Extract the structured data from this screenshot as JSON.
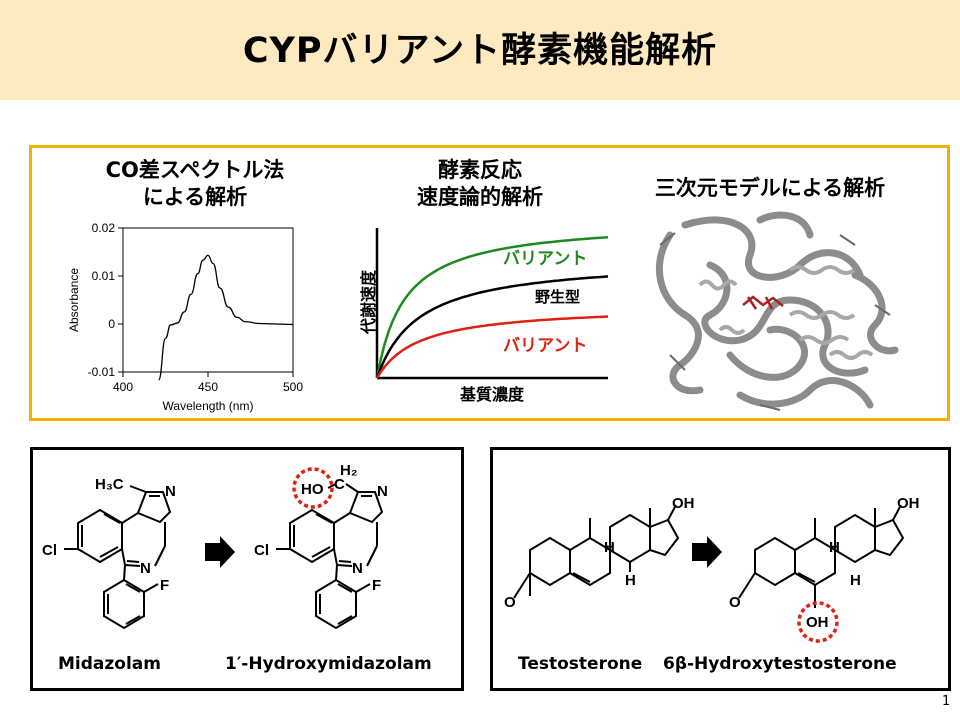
{
  "title": "CYPバリアント酵素機能解析",
  "co_panel": {
    "heading_line1": "CO差スペクトル法",
    "heading_line2": "による解析"
  },
  "kinetics_panel": {
    "heading_line1": "酵素反応",
    "heading_line2": "速度論的解析",
    "label_variant_high": "バリアント",
    "label_wildtype": "野生型",
    "label_variant_low": "バリアント",
    "color_high": "#1e8a1e",
    "color_wildtype": "#000000",
    "color_low": "#e02010"
  },
  "model_panel": {
    "heading": "三次元モデルによる解析"
  },
  "midazolam": {
    "substrate": "Midazolam",
    "product": "1′-Hydroxymidazolam",
    "atoms": {
      "h3c": "H₃C",
      "n": "N",
      "cl": "Cl",
      "f": "F",
      "ho": "HO",
      "c": "C",
      "h2": "H₂"
    }
  },
  "testosterone": {
    "substrate": "Testosterone",
    "product": "6β-Hydroxytestosterone",
    "atoms": {
      "oh": "OH",
      "h": "H",
      "o": "O"
    }
  },
  "page_number": "1",
  "chart_data": [
    {
      "type": "line",
      "xlabel": "Wavelength (nm)",
      "ylabel": "Absorbance",
      "xlim": [
        400,
        500
      ],
      "ylim": [
        -0.01,
        0.02
      ],
      "xticks": [
        400,
        450,
        500
      ],
      "yticks": [
        -0.01,
        0,
        0.01,
        0.02
      ],
      "ytick_labels": [
        "-0.01",
        "0",
        "0.01",
        "0.02"
      ],
      "series": [
        {
          "x": [
            421,
            425,
            428,
            432,
            436,
            440,
            444,
            447,
            450,
            453,
            457,
            462,
            467,
            472,
            480,
            490,
            500
          ],
          "y": [
            -0.0125,
            -0.003,
            -0.0002,
            0.0002,
            0.0025,
            0.0062,
            0.0105,
            0.0133,
            0.0143,
            0.0126,
            0.0075,
            0.0035,
            0.0014,
            0.0005,
            0.0001,
            0.0,
            -0.0001
          ]
        }
      ]
    },
    {
      "type": "line",
      "xlabel": "基質濃度",
      "ylabel": "代謝速度",
      "series": [
        {
          "name": "バリアント",
          "vmax": 1.0,
          "km": 0.12
        },
        {
          "name": "野生型",
          "vmax": 0.76,
          "km": 0.18
        },
        {
          "name": "バリアント",
          "vmax": 0.46,
          "km": 0.18
        }
      ]
    }
  ]
}
